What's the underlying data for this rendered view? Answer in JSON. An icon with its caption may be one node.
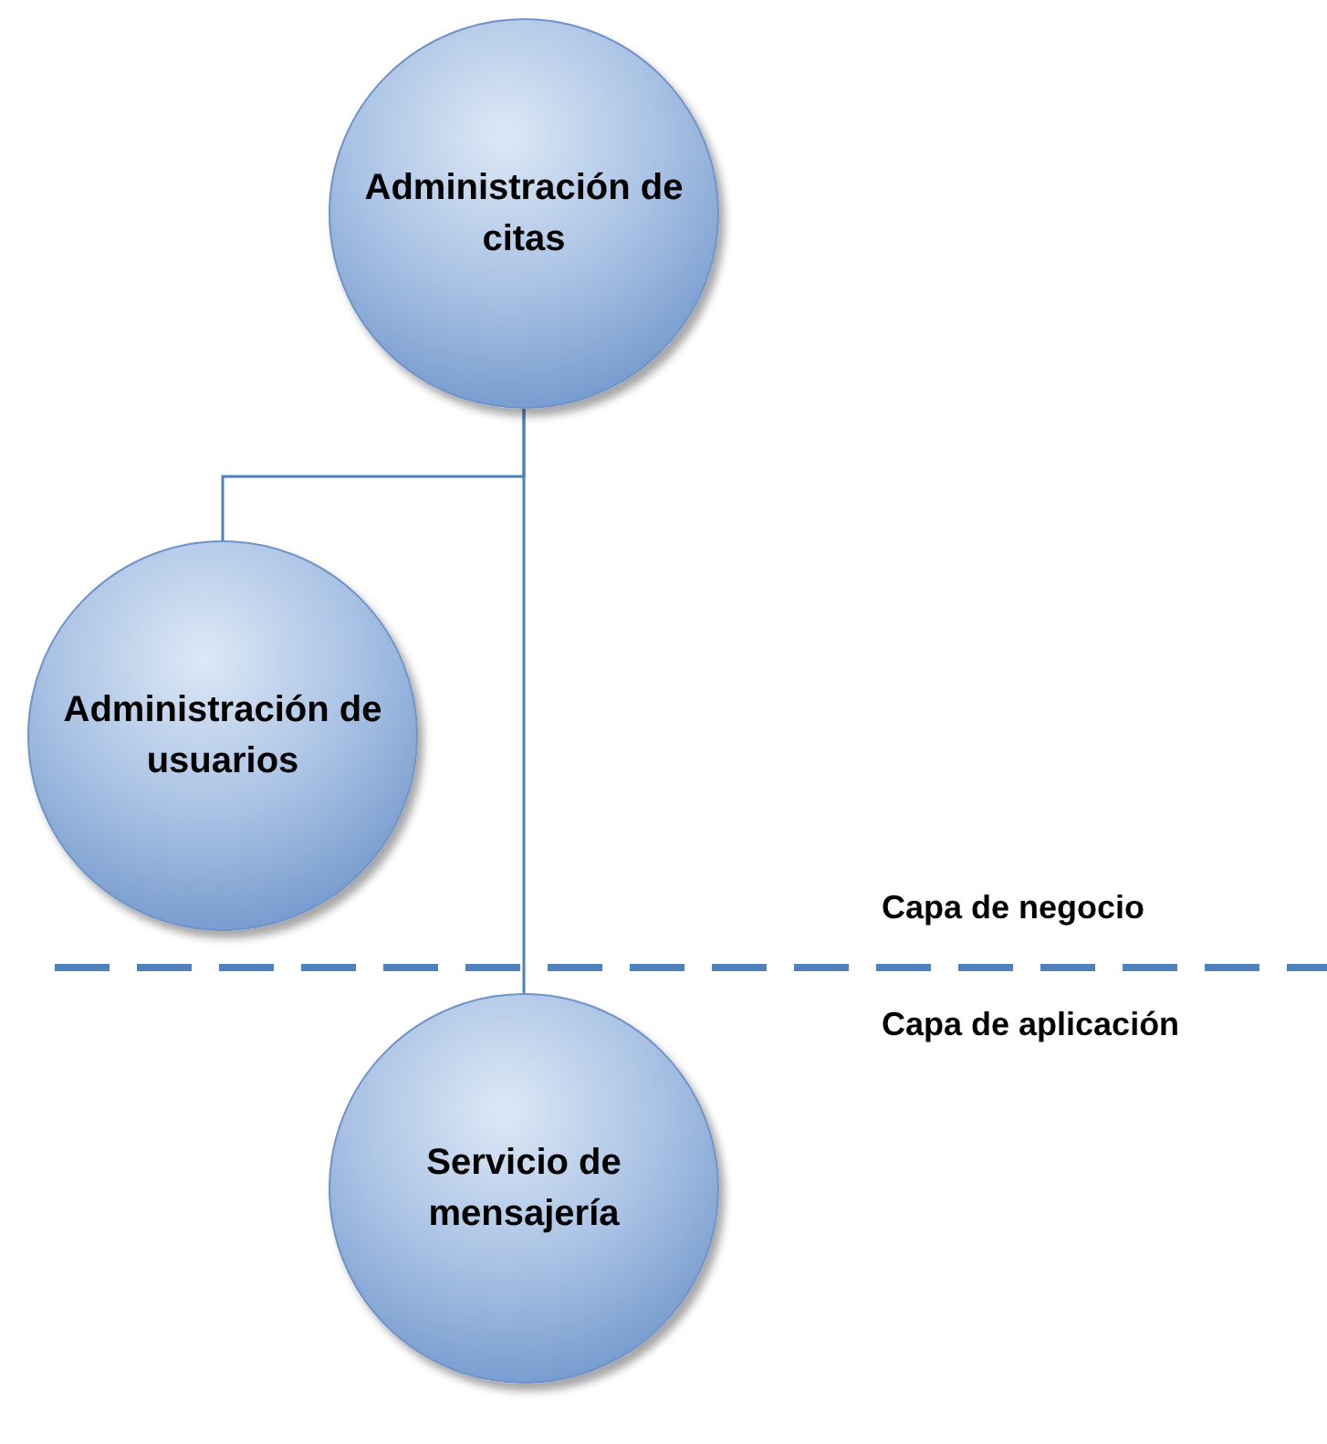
{
  "diagram": {
    "nodes": [
      {
        "text": [
          "Administración de citas"
        ]
      },
      {
        "text": [
          "Administración de usuarios"
        ]
      },
      {
        "text": [
          "Servicio de mensajería"
        ]
      }
    ],
    "edges": [
      {
        "from": 0,
        "to": 1,
        "arrow": "none"
      },
      {
        "from": 0,
        "to": 2,
        "arrow": "none"
      }
    ],
    "labels": [
      "Capa de negocio",
      "Capa de aplicación"
    ]
  }
}
